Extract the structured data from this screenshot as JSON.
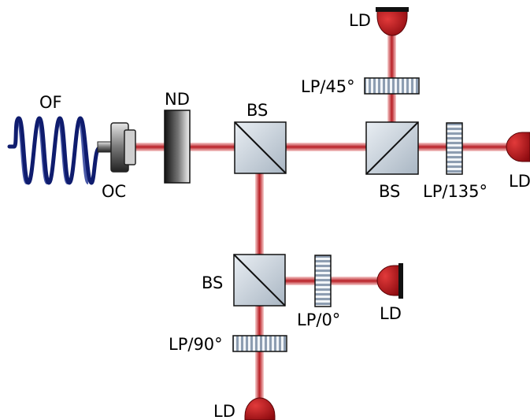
{
  "labels": {
    "optical_fiber": "OF",
    "optical_coupler": "OC",
    "nd_filter": "ND",
    "beam_splitter_main": "BS",
    "beam_splitter_right": "BS",
    "beam_splitter_lower": "BS",
    "polarizer_45": "LP/45°",
    "polarizer_135": "LP/135°",
    "polarizer_0": "LP/0°",
    "polarizer_90": "LP/90°",
    "detector_top": "LD",
    "detector_right": "LD",
    "detector_lower_right": "LD",
    "detector_bottom": "LD"
  },
  "colors": {
    "beam": "#b81e24",
    "beam_glow": "#f2b3b3",
    "fiber": "#0f1c6e",
    "detector": "#b0141b",
    "polarizer_stripe": "#8d9db1",
    "cube_fill": "#c8d2dc"
  }
}
